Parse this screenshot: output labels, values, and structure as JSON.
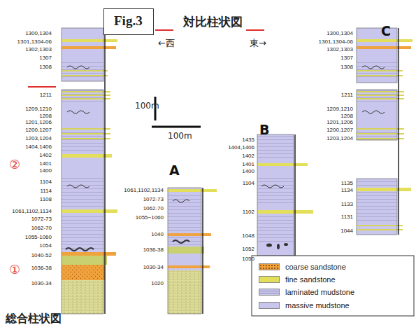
{
  "diagram": {
    "title": "対比柱状図",
    "nodes": [
      {
        "text": [
          "Fig.3"
        ]
      }
    ],
    "labels": [
      "←西",
      "東→",
      "100m",
      "100m",
      "A",
      "B",
      "C",
      "①",
      "②",
      "総合柱状図",
      "1300,1304",
      "1301,1304-06",
      "1302,1303",
      "1307",
      "1308",
      "1211",
      "1209,1210",
      "1208",
      "1201,1206",
      "1200,1207",
      "1203,1204",
      "1404,1406",
      "1402",
      "1401",
      "1400",
      "1104",
      "1114",
      "1108",
      "1061,1102,1134",
      "1072-73",
      "1062-70",
      "1055-1060",
      "1054",
      "1040-52",
      "1036-38",
      "1030-34",
      "1061,1102,1134",
      "1072-73",
      "1062-70",
      "1055~1060",
      "1040",
      "1036-38",
      "1030-34",
      "1020",
      "1435",
      "1404,1406",
      "1402",
      "1401",
      "1400",
      "1104",
      "1102",
      "1048",
      "1052",
      "1050",
      "1300,1304",
      "1301,1304-06",
      "1302,1303",
      "1307",
      "1308",
      "1211",
      "1209,1210",
      "1208",
      "1201,1206",
      "1200,1207",
      "1203,1204",
      "1135",
      "1134",
      "1133",
      "1131",
      "1044"
    ],
    "legend": [
      {
        "text": "coarse sandstone",
        "color": "#f0a23c"
      },
      {
        "text": "fine sandstone",
        "color": "#e3df5a"
      },
      {
        "text": "laminated mudstone",
        "color": "#c9c6ee"
      },
      {
        "text": "massive mudstone",
        "color": "#c9c6ee"
      }
    ]
  }
}
